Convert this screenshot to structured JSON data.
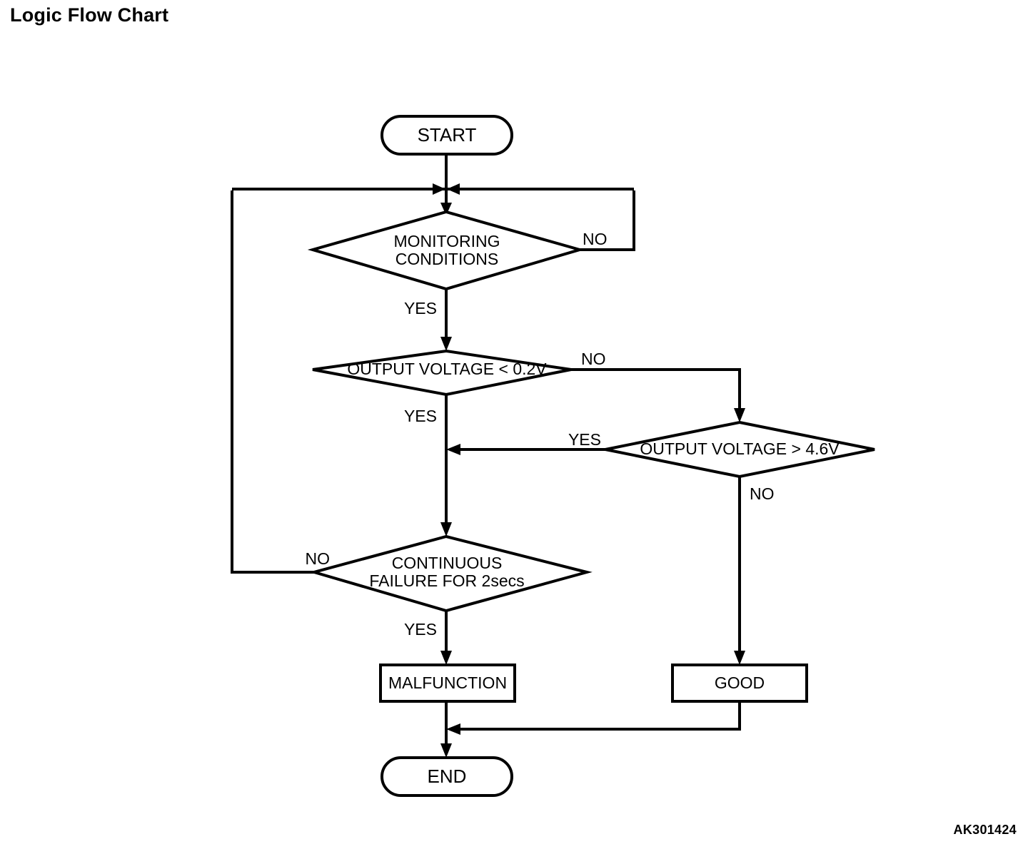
{
  "page": {
    "title": "Logic Flow Chart",
    "reference_code": "AK301424",
    "background_color": "#ffffff",
    "line_color": "#000000"
  },
  "chart_data": {
    "type": "diagram",
    "diagram_kind": "flowchart",
    "title": "Logic Flow Chart",
    "nodes": [
      {
        "id": "start",
        "shape": "terminator",
        "label": "START"
      },
      {
        "id": "monitoring",
        "shape": "decision",
        "label_line1": "MONITORING",
        "label_line2": "CONDITIONS"
      },
      {
        "id": "v_low",
        "shape": "decision",
        "label": "OUTPUT VOLTAGE < 0.2V"
      },
      {
        "id": "v_high",
        "shape": "decision",
        "label": "OUTPUT VOLTAGE > 4.6V"
      },
      {
        "id": "continuous",
        "shape": "decision",
        "label_line1": "CONTINUOUS",
        "label_line2": "FAILURE FOR 2secs"
      },
      {
        "id": "malfunction",
        "shape": "process",
        "label": "MALFUNCTION"
      },
      {
        "id": "good",
        "shape": "process",
        "label": "GOOD"
      },
      {
        "id": "end",
        "shape": "terminator",
        "label": "END"
      }
    ],
    "edges": [
      {
        "from": "start",
        "to": "monitoring",
        "label": ""
      },
      {
        "from": "monitoring",
        "to": "v_low",
        "label": "YES"
      },
      {
        "from": "monitoring",
        "to": "monitoring",
        "label": "NO"
      },
      {
        "from": "v_low",
        "to": "continuous",
        "label": "YES"
      },
      {
        "from": "v_low",
        "to": "v_high",
        "label": "NO"
      },
      {
        "from": "v_high",
        "to": "continuous",
        "label": "YES"
      },
      {
        "from": "v_high",
        "to": "good",
        "label": "NO"
      },
      {
        "from": "continuous",
        "to": "malfunction",
        "label": "YES"
      },
      {
        "from": "continuous",
        "to": "monitoring",
        "label": "NO"
      },
      {
        "from": "malfunction",
        "to": "end",
        "label": ""
      },
      {
        "from": "good",
        "to": "end",
        "label": ""
      }
    ]
  },
  "labels": {
    "start": "START",
    "end": "END",
    "monitoring_l1": "MONITORING",
    "monitoring_l2": "CONDITIONS",
    "voltage_low": "OUTPUT VOLTAGE < 0.2V",
    "voltage_high": "OUTPUT VOLTAGE > 4.6V",
    "continuous_l1": "CONTINUOUS",
    "continuous_l2": "FAILURE FOR 2secs",
    "malfunction": "MALFUNCTION",
    "good": "GOOD",
    "yes_monitoring": "YES",
    "no_monitoring": "NO",
    "yes_voltage_low": "YES",
    "no_voltage_low": "NO",
    "yes_voltage_high": "YES",
    "no_voltage_high": "NO",
    "yes_continuous": "YES",
    "no_continuous": "NO"
  }
}
